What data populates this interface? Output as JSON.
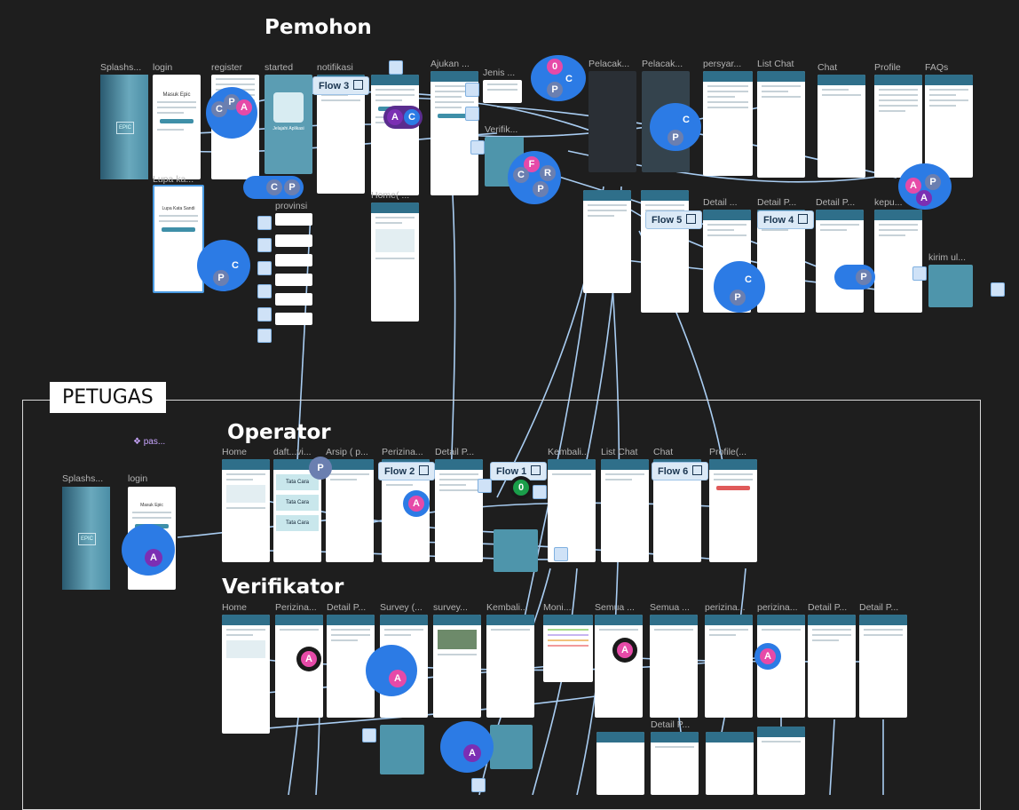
{
  "sections": {
    "pemohon": "Pemohon",
    "petugas": "PETUGAS",
    "operator": "Operator",
    "verifikator": "Verifikator"
  },
  "pemohon_frames": [
    "Splashs...",
    "login",
    "register",
    "started",
    "notifikasi",
    "Ajukan ...",
    "Jenis ...",
    "Pelacak...",
    "Pelacak...",
    "persyar...",
    "List Chat",
    "Chat",
    "Profile",
    "FAQs",
    "Lupa ka...",
    "provinsi",
    "Home( ...",
    "Verifik...",
    "Detail ...",
    "Detail P...",
    "Detail P...",
    "kepu...",
    "kirim ul..."
  ],
  "operator_frames": [
    "Splashs...",
    "login",
    "Home",
    "daft...vi...",
    "Arsip ( p...",
    "Perizina...",
    "Detail P...",
    "Kembali...",
    "List Chat",
    "Chat",
    "Profile(..."
  ],
  "verifikator_frames": [
    "Home",
    "Perizina...",
    "Detail P...",
    "Survey (...",
    "survey...",
    "Kembali...",
    "Moni...",
    "Semua ...",
    "Semua ...",
    "perizina...",
    "perizina...",
    "Detail P...",
    "Detail P...",
    "Detail P..."
  ],
  "flows": [
    "Flow 3",
    "Flow 5",
    "Flow 4",
    "Flow 2",
    "Flow 1",
    "Flow 6"
  ],
  "login_screen": {
    "title": "Masuk Epic",
    "alt_title": "Lupa Kata Sandi"
  },
  "started_screen": {
    "title": "Jelajahi Aplikasi"
  },
  "operator_banner": {
    "text": "Tata Cara"
  },
  "component_note": "❖ pas...",
  "logo_text": "EPIC",
  "colors": {
    "background": "#1e1e1e",
    "frame_header": "#2f6f8a",
    "wire": "#a9cdf2",
    "avatar_blue": "#2c7be5",
    "avatar_pink": "#e64aa8",
    "avatar_purple": "#7b2fb3",
    "avatar_green": "#1a9e4a"
  },
  "collaborators": [
    {
      "letters": [
        "C",
        "P",
        "A"
      ]
    },
    {
      "letters": [
        "0",
        "C",
        "P"
      ]
    },
    {
      "letters": [
        "A",
        "C"
      ]
    },
    {
      "letters": [
        "C",
        "P"
      ]
    },
    {
      "letters": [
        "F",
        "R",
        "C",
        "P"
      ]
    },
    {
      "letters": [
        "C",
        "P"
      ]
    },
    {
      "letters": [
        "A",
        "A",
        "P"
      ]
    },
    {
      "letters": [
        "C",
        "P"
      ]
    },
    {
      "letters": [
        "C",
        "P"
      ]
    },
    {
      "letters": [
        "P"
      ]
    },
    {
      "letters": [
        "P"
      ]
    },
    {
      "letters": [
        "A"
      ]
    },
    {
      "letters": [
        "0"
      ]
    },
    {
      "letters": [
        "A"
      ]
    },
    {
      "letters": [
        "A"
      ]
    },
    {
      "letters": [
        "A"
      ]
    },
    {
      "letters": [
        "A"
      ]
    },
    {
      "letters": [
        "A"
      ]
    },
    {
      "letters": [
        "A"
      ]
    }
  ]
}
